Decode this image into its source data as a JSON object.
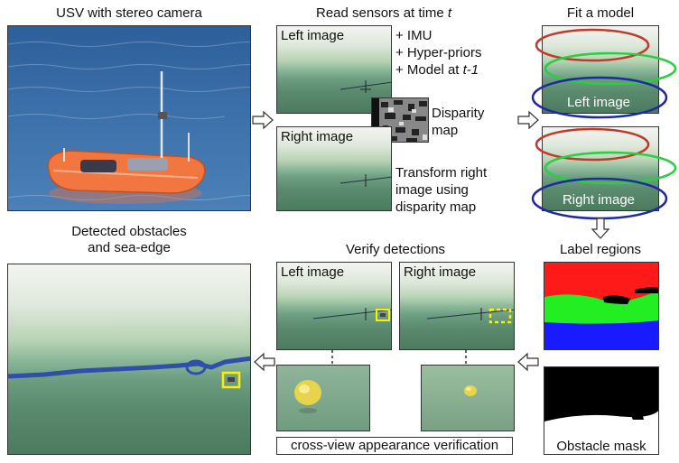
{
  "titles": {
    "usv": "USV with stereo camera",
    "read_sensors_prefix": "Read sensors at time ",
    "read_sensors_t": "t",
    "fit_model": "Fit a model",
    "label_regions": "Label regions",
    "verify": "Verify detections",
    "detected_line1": "Detected obstacles",
    "detected_line2": "and sea-edge"
  },
  "read_panel": {
    "left_image": "Left image",
    "right_image": "Right image",
    "bullet_imu": "+ IMU",
    "bullet_hyper": "+ Hyper-priors",
    "bullet_model_prefix": "+ Model at ",
    "bullet_model_t": "t-1",
    "disparity_line1": "Disparity",
    "disparity_line2": "map",
    "transform_line1": "Transform right",
    "transform_line2": "image using",
    "transform_line3": "disparity map"
  },
  "fit_panel": {
    "left_image": "Left image",
    "right_image": "Right image"
  },
  "label_panel": {
    "obstacle_mask": "Obstacle mask"
  },
  "verify_panel": {
    "left_image": "Left image",
    "right_image": "Right image",
    "caption": "cross-view appearance verification"
  },
  "colors": {
    "ellipse_red": "#c0392b",
    "ellipse_green": "#2ecc40",
    "ellipse_blue": "#1f2a9e",
    "region_red": "#ff1a1a",
    "region_green": "#22ee22",
    "region_blue": "#1a1aff",
    "sea_edge": "#2f4fa8",
    "detection_box": "#ffee00"
  }
}
